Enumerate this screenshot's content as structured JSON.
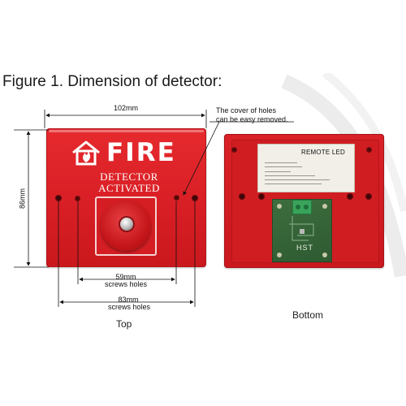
{
  "figure": {
    "heading": "Figure 1. Dimension of detector:"
  },
  "top_view": {
    "caption": "Top",
    "brand_text": "FIRE",
    "line1": "DETECTOR",
    "line2": "ACTIVATED",
    "icons": [
      "house-fire-icon",
      "button-led-icon"
    ],
    "colors": {
      "body": "#d81f25",
      "text": "#ffffff"
    }
  },
  "dimensions": {
    "width": "102mm",
    "height": "86mm",
    "inner_holes": "59mm",
    "inner_holes_sub": "screws holes",
    "outer_holes": "83mm",
    "outer_holes_sub": "screws holes"
  },
  "annotation": {
    "line1": "The cover of holes",
    "line2": "can be easy removed."
  },
  "bottom_view": {
    "caption": "Bottom",
    "sticker_title": "REMOTE LED",
    "pcb_label": "HST"
  }
}
